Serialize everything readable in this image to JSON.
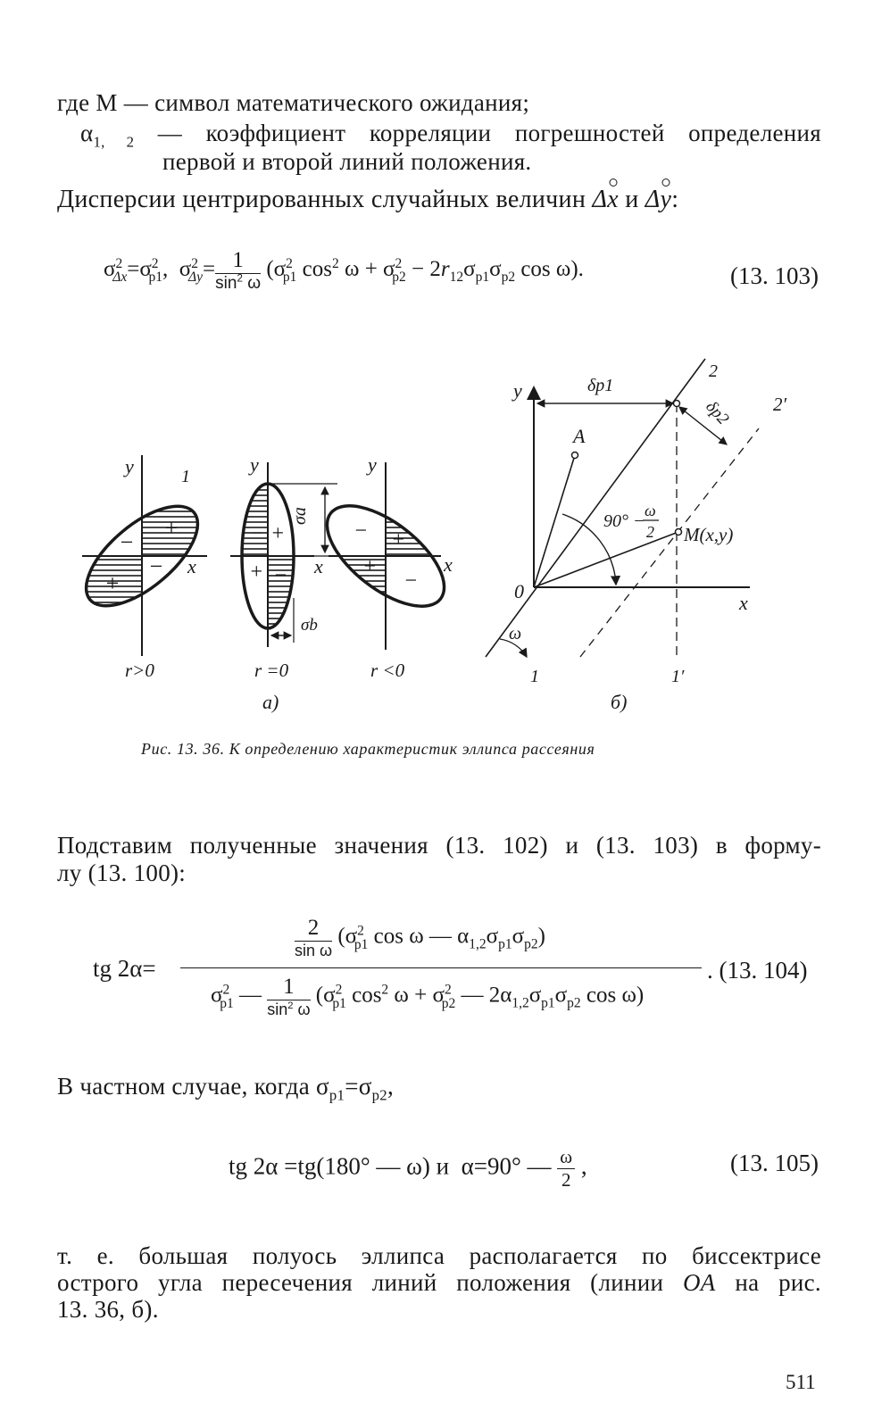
{
  "definitions": {
    "line1": "где M — символ математического ожидания;",
    "line2_left": "α",
    "line2_sub": "1, 2",
    "line2_rest": " — коэффициент корреляции погрешностей определения",
    "line3": "первой и второй линий положения."
  },
  "dispersion_intro": "Дисперсии центрированных случайных величин",
  "eq103": {
    "number": "(13. 103)"
  },
  "figure": {
    "caption": "Рис. 13. 36. К определению характеристик эллипса рассеяния",
    "part_a": {
      "label": "а)",
      "panel_labels": [
        "r>0",
        "r =0",
        "r <0"
      ],
      "axis_y": "y",
      "axis_x": "x",
      "mark_1": "1",
      "sigma_a": "σa",
      "sigma_b": "σb"
    },
    "part_b": {
      "label": "б)",
      "axis_x": "x",
      "axis_y": "y",
      "origin": "0",
      "point_A": "A",
      "point_M": "M(x,y)",
      "angle_label": "90° −",
      "omega": "ω",
      "two": "2",
      "delta_p1": "δp1",
      "delta_p2": "δp2",
      "line_1": "1",
      "line_1p": "1′",
      "line_2": "2",
      "line_2p": "2′"
    }
  },
  "substitute": {
    "line1": "Подставим полученные значения (13. 102) и (13. 103) в форму-",
    "line2": "лу (13. 100):"
  },
  "eq104": {
    "number": "(13. 104)"
  },
  "special_case": "В частном случае, когда",
  "eq105": {
    "number": "(13. 105)"
  },
  "conclusion": {
    "line1": "т. е. большая полуось эллипса располагается по биссектрисе",
    "line2": "острого угла пересечения линий положения (линии",
    "line2_oa": "OA",
    "line2_end": " на рис.",
    "line3": "13. 36, б)."
  },
  "page_number": "511"
}
